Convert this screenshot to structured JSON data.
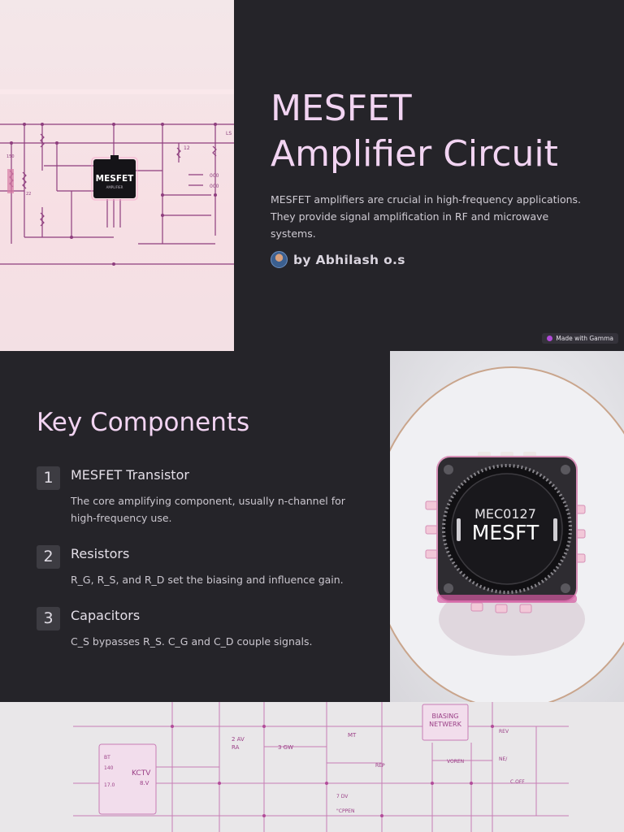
{
  "slide1": {
    "title_line1": "MESFET",
    "title_line2": "Amplifier Circuit",
    "intro": "MESFET amplifiers are crucial in high-frequency applications. They provide signal amplification in RF and microwave systems.",
    "author": "by Abhilash o.s",
    "badge": "Made with Gamma",
    "image_labels": {
      "chip": "MESFET",
      "chip_sub": "AMPLIFIER",
      "l1": "LS",
      "l2": "12",
      "l3": "000",
      "l4": "000",
      "l5": "150",
      "l6": "22"
    }
  },
  "slide2": {
    "heading": "Key Components",
    "components": [
      {
        "num": "1",
        "title": "MESFET Transistor",
        "desc": "The core amplifying component, usually n-channel for high-frequency use."
      },
      {
        "num": "2",
        "title": "Resistors",
        "desc": "R_G, R_S, and R_D set the biasing and influence gain."
      },
      {
        "num": "3",
        "title": "Capacitors",
        "desc": "C_S bypasses R_S. C_G and C_D couple signals."
      }
    ],
    "chip_line1": "MEC0127",
    "chip_line2": "MESFT"
  },
  "slide3": {
    "labels": {
      "biasing1": "BIASING",
      "biasing2": "NETWERK",
      "kctv": "KCTV",
      "kctv_v": "8.V",
      "a": "2 AV",
      "b": "RA",
      "c": "3 GW",
      "d": "MT",
      "e": "VOREN",
      "f": "REV",
      "g": "C.OFF",
      "h": "7 DV",
      "i": "\"CPPEN",
      "j": "140",
      "k": "17.0",
      "l": "BT",
      "m": "REP",
      "n": "NE/"
    }
  },
  "colors": {
    "background": "#252429",
    "title": "#f2d4f2",
    "circuit": "#8e3e7e"
  }
}
